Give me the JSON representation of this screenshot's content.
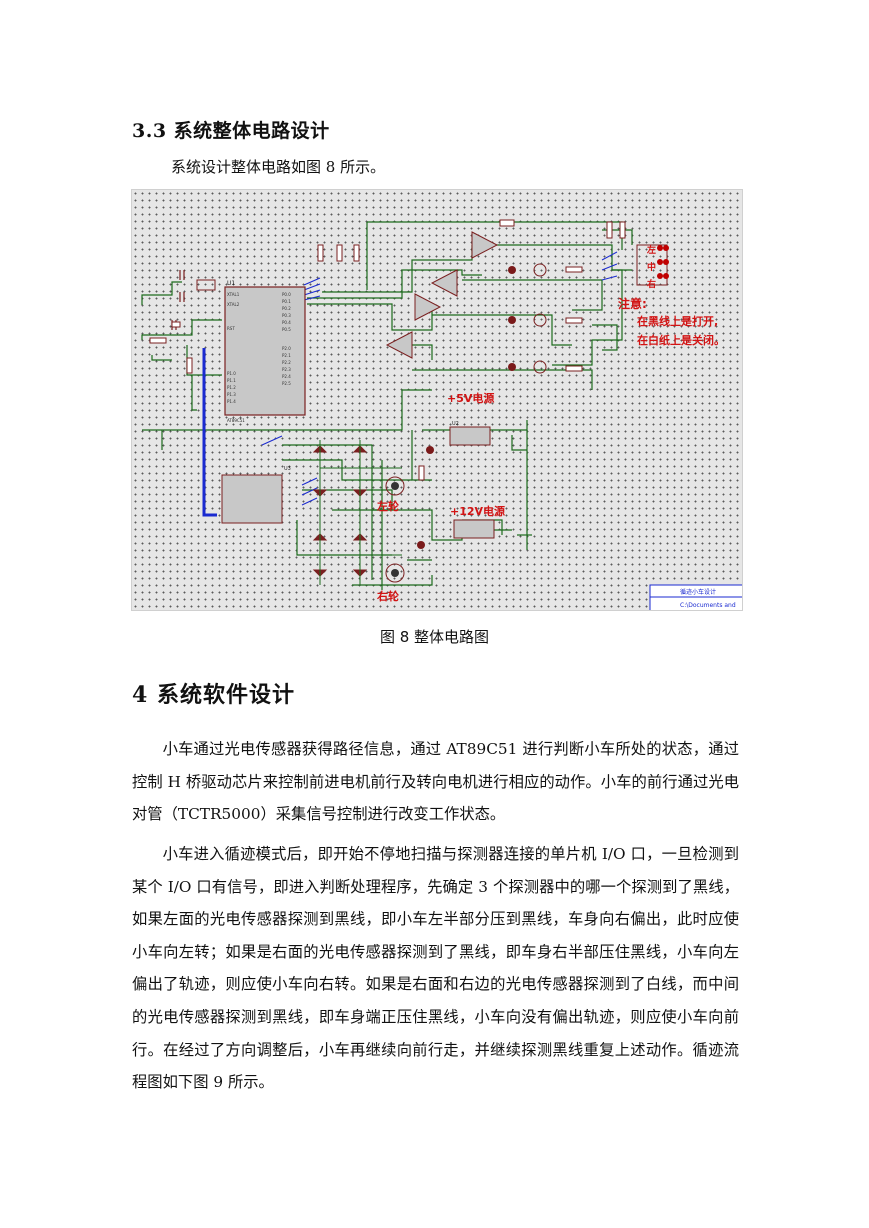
{
  "section_heading": "3.3  系统整体电路设计",
  "intro": "系统设计整体电路如图 8 所示。",
  "figure": {
    "caption": "图 8   整体电路图",
    "labels": {
      "power5": "+5V电源",
      "power12": "+12V电源",
      "left_wheel": "左轮",
      "right_wheel": "右轮",
      "note_title": "注意:",
      "note_line1": "在黑线上是打开,",
      "note_line2": "在白纸上是关闭。",
      "left": "左",
      "middle": "中",
      "right": "右",
      "u1": "U1",
      "u2": "U2",
      "u3": "U3",
      "ic_name": "AT89C51",
      "title_block": "循迹小车设计",
      "title_path": "C:\\Documents and"
    }
  },
  "chapter_heading": "4  系统软件设计",
  "paragraphs": [
    "小车通过光电传感器获得路径信息，通过 AT89C51 进行判断小车所处的状态，通过控制 H 桥驱动芯片来控制前进电机前行及转向电机进行相应的动作。小车的前行通过光电对管（TCTR5000）采集信号控制进行改变工作状态。",
    "小车进入循迹模式后，即开始不停地扫描与探测器连接的单片机 I/O 口，一旦检测到某个 I/O 口有信号，即进入判断处理程序，先确定 3 个探测器中的哪一个探测到了黑线，如果左面的光电传感器探测到黑线，即小车左半部分压到黑线，车身向右偏出，此时应使小车向左转；如果是右面的光电传感器探测到了黑线，即车身右半部压住黑线，小车向左偏出了轨迹，则应使小车向右转。如果是右面和右边的光电传感器探测到了白线，而中间的光电传感器探测到黑线，即车身端正压住黑线，小车向没有偏出轨迹，则应使小车向前行。在经过了方向调整后，小车再继续向前行走，并继续探测黑线重复上述动作。循迹流程图如下图 9 所示。"
  ]
}
